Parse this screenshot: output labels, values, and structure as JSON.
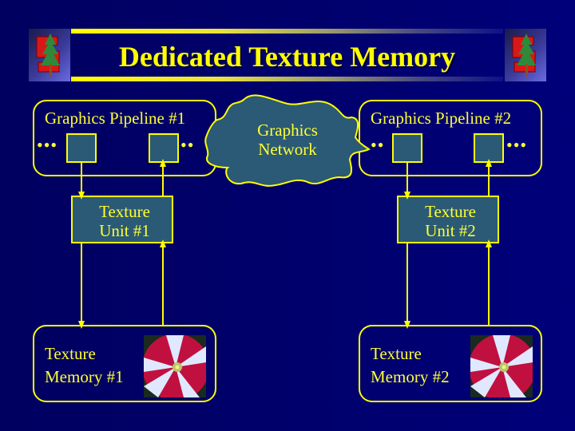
{
  "slide": {
    "title": "Dedicated Texture Memory",
    "logo_icon": "stanford-tree-logo-icon"
  },
  "colors": {
    "background": "#000070",
    "accent_yellow": "#ffff00",
    "box_fill": "#2a5a75",
    "flower_red": "#c01040",
    "flower_white": "#e8eeff"
  },
  "network": {
    "label_line1": "Graphics",
    "label_line2": "Network"
  },
  "pipelines": [
    {
      "title": "Graphics Pipeline #1",
      "ellipsis_left": "•••",
      "ellipsis_right": "••",
      "texture_unit": {
        "line1": "Texture",
        "line2": "Unit #1"
      },
      "texture_memory": {
        "line1": "Texture",
        "line2": "Memory #1",
        "image": "petunia-flower-photo"
      }
    },
    {
      "title": "Graphics Pipeline #2",
      "ellipsis_left": "••",
      "ellipsis_right": "•••",
      "texture_unit": {
        "line1": "Texture",
        "line2": "Unit #2"
      },
      "texture_memory": {
        "line1": "Texture",
        "line2": "Memory #2",
        "image": "petunia-flower-photo"
      }
    }
  ]
}
